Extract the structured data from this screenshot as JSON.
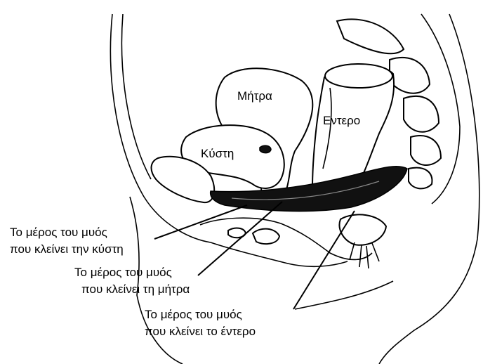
{
  "organs": {
    "uterus": "Μήτρα",
    "bladder": "Κύστη",
    "bowel": "Εντερο"
  },
  "callouts": {
    "bladder_muscle": [
      "Το μέρος του μυός",
      "που κλείνει την κύστη"
    ],
    "uterus_muscle": [
      "Το μέρος του μυός",
      "που κλείνει τη μήτρα"
    ],
    "bowel_muscle": [
      "Το μέρος του μυός",
      "που κλείνει το έντερο"
    ]
  }
}
